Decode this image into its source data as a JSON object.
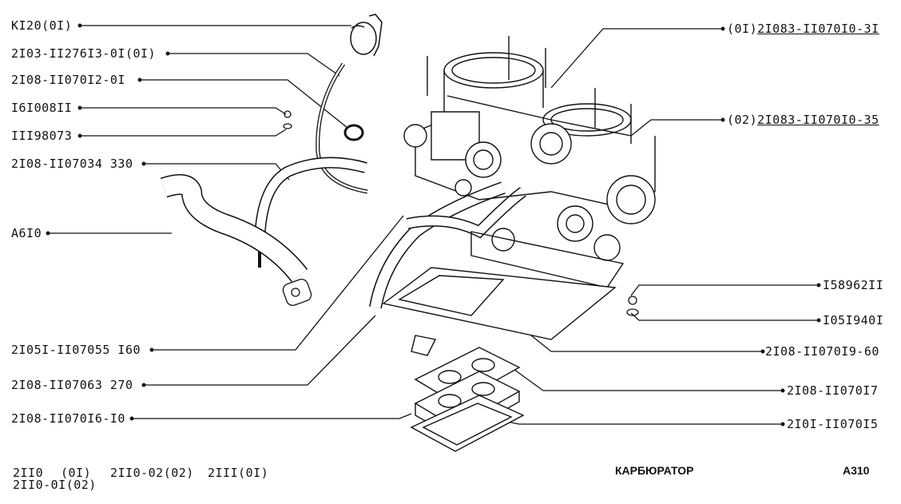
{
  "parts": {
    "k120": "KI20(0I)",
    "p210311276": "2I03-II276I3-0I(0I)",
    "p2108_1107012": "2I08-II070I2-0I",
    "p161008": "I6I008II",
    "p111980": "III98073",
    "p2108_1107034": "2I08-II07034 330",
    "a610": "A6I0",
    "p2105": "2I05I-II07055 I60",
    "p2108_1107063": "2I08-II07063 270",
    "p2108_1107016": "2I08-II070I6-I0",
    "carb01_prefix": "(0I)",
    "carb01_num": "2I083-II070I0-3I",
    "carb02_prefix": "(02)",
    "carb02_num": "2I083-II070I0-35",
    "p158962": "I58962II",
    "p105194": "I05I940I",
    "p2108_1107019": "2I08-II070I9-60",
    "p2108_1107017": "2I08-II070I7",
    "p2101_1107015": "2I0I-II070I5"
  },
  "footer": {
    "models_line1a": "2II0",
    "models_line1b": "(0I)",
    "models_line1c": "2II0-02(02)",
    "models_line1d": "2III(0I)",
    "models_line2": "2II0-0I(02)",
    "title": "КАРБЮРАТОР",
    "code": "A310"
  }
}
